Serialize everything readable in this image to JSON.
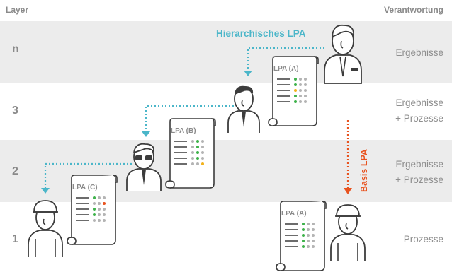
{
  "header": {
    "left": "Layer",
    "right": "Verantwortung"
  },
  "layers": [
    {
      "num": "n",
      "resp": [
        "Ergebnisse"
      ]
    },
    {
      "num": "3",
      "resp": [
        "Ergebnisse",
        "+ Prozesse"
      ]
    },
    {
      "num": "2",
      "resp": [
        "Ergebnisse",
        "+ Prozesse"
      ]
    },
    {
      "num": "1",
      "resp": [
        "Prozesse"
      ]
    }
  ],
  "labels": {
    "hierarchical": "Hierarchisches LPA",
    "basis": "Basis LPA"
  },
  "scrolls": {
    "top": "LPA (A)",
    "mid": "LPA (B)",
    "low": "LPA (C)",
    "bottom": "LPA (A)"
  },
  "colors": {
    "band": "#ececec",
    "teal": "#4bb6c9",
    "orange": "#e8531f",
    "green": "#3db24a",
    "yellow": "#f2b21b",
    "red": "#e8531f",
    "grey": "#b4b4b4",
    "line": "#3c3c3c"
  }
}
